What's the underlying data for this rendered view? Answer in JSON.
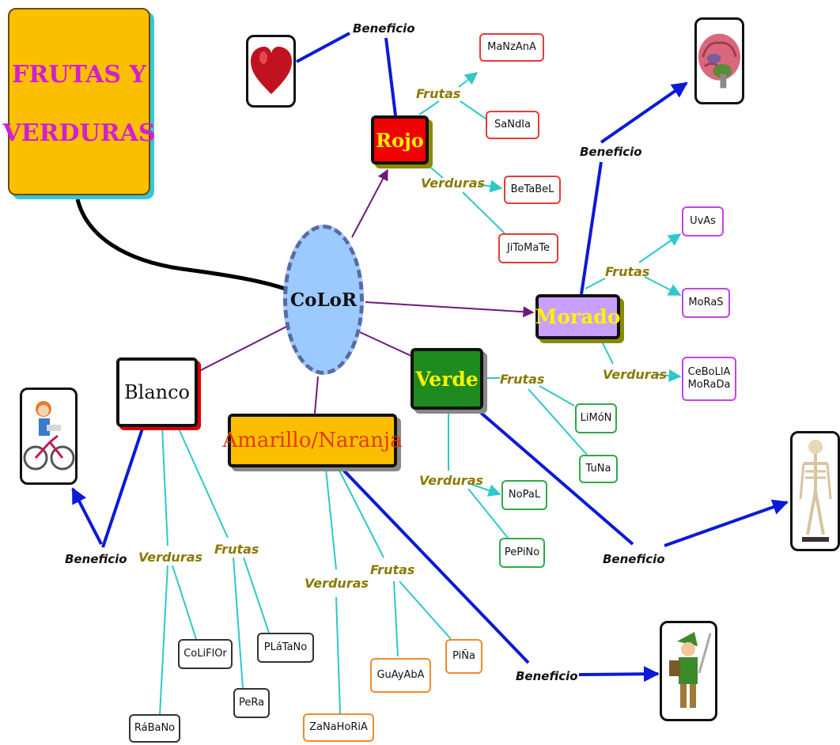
{
  "title": {
    "line1": "FRUTAS Y",
    "line2": "VERDURAS"
  },
  "center": "CoLoR",
  "categories": {
    "rojo": "Rojo",
    "morado": "Morado",
    "verde": "Verde",
    "blanco": "Blanco",
    "amarillo": "Amarillo/Naranja"
  },
  "labels": {
    "frutas": "Frutas",
    "verduras": "Verduras",
    "beneficio": "Beneficio"
  },
  "items": {
    "rojo_frutas": [
      "MaNzAnA",
      "SaNdIa"
    ],
    "rojo_verduras": [
      "BeTaBeL",
      "JiToMaTe"
    ],
    "morado_frutas": [
      "UvAs",
      "MoRaS"
    ],
    "morado_verduras": [
      "CeBoLlA\nMoRaDa"
    ],
    "verde_frutas": [
      "LiMóN",
      "TuNa"
    ],
    "verde_verduras": [
      "NoPaL",
      "PePiNo"
    ],
    "blanco_verduras": [
      "CoLiFlOr",
      "RáBaNo"
    ],
    "blanco_frutas": [
      "PLáTaNo",
      "PeRa"
    ],
    "amarillo_verduras": [
      "ZaNaHoRiA"
    ],
    "amarillo_frutas": [
      "GuAyAbA",
      "PiÑa"
    ]
  },
  "icons": {
    "rojo": "heart-icon",
    "morado": "brain-icon",
    "verde": "skeleton-icon",
    "blanco": "bicycle-girl-icon",
    "amarillo": "warrior-icon"
  },
  "colors": {
    "title_bg": "#fcbf00",
    "title_text": "#d21fd0",
    "center_bg": "#9ccaff",
    "rojo": "#f00000",
    "morado": "#c8a0ff",
    "verde": "#1f8a1f",
    "amarillo": "#fcbf00",
    "link_purple": "#6b1a7a",
    "link_cyan": "#2ec8c8",
    "link_blue": "#0a1ad6"
  }
}
